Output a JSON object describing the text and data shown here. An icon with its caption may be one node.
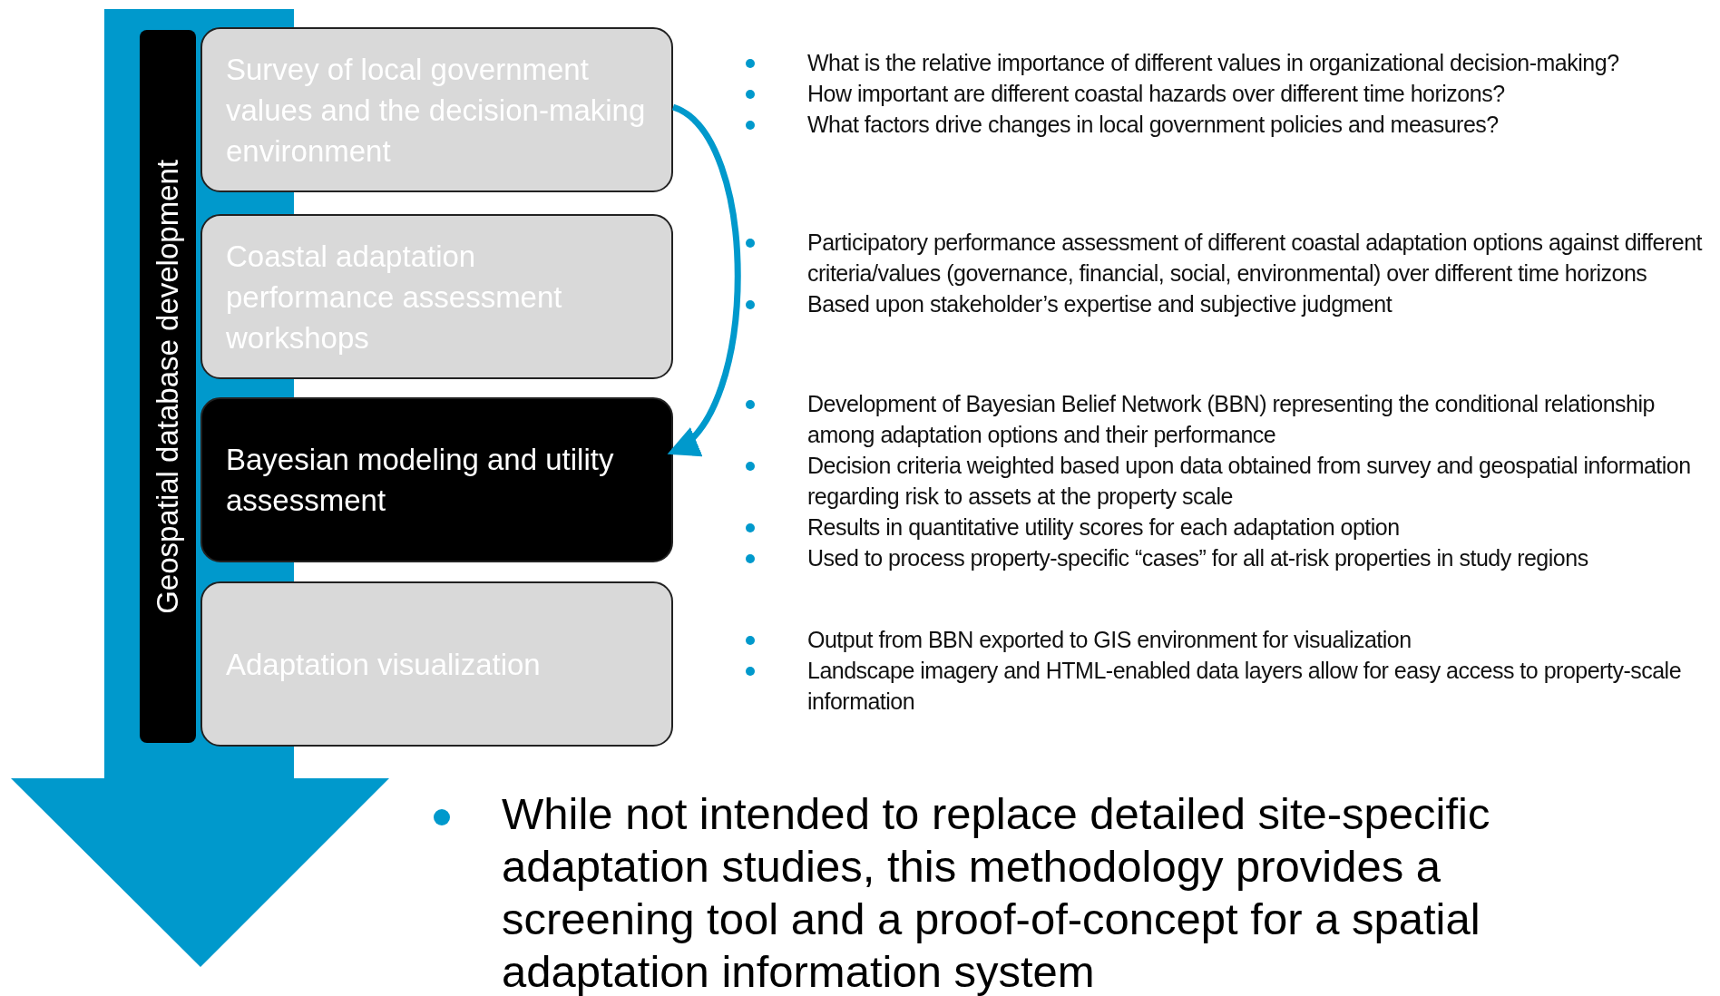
{
  "diagram": {
    "nodes": [
      {
        "text": [
          "Geospatial database development"
        ]
      },
      {
        "text": [
          "Survey of local government values and the decision-making environment"
        ],
        "beside": [
          "What is the relative importance of different values in organizational decision-making?",
          "How important are different coastal hazards over different time horizons?",
          "What factors drive changes in local government policies and measures?"
        ]
      },
      {
        "text": [
          "Coastal adaptation performance assessment workshops"
        ],
        "beside": [
          "Participatory performance assessment of different coastal adaptation options against different criteria/values (governance, financial, social, environmental) over different time horizons",
          "Based upon stakeholder’s expertise and subjective judgment"
        ]
      },
      {
        "text": [
          "Bayesian modeling and utility assessment"
        ],
        "beside": [
          "Development of Bayesian Belief Network (BBN) representing the conditional relationship among adaptation options and their performance",
          "Decision criteria weighted based upon data obtained from survey and geospatial information regarding risk to assets at the property scale",
          "Results in quantitative utility scores for each adaptation option",
          "Used to process property-specific “cases” for all at-risk properties in study regions"
        ]
      },
      {
        "text": [
          "Adaptation visualization"
        ],
        "beside": [
          "Output from BBN exported to GIS environment for visualization",
          "Landscape imagery and HTML-enabled data layers allow for easy access to property-scale information"
        ]
      }
    ],
    "edges": [
      {
        "from": 1,
        "to": 3,
        "arrow": "to"
      }
    ],
    "labels": [
      "While not  intended to replace detailed site-specific adaptation studies, this methodology provides a screening tool and a proof-of-concept for a spatial adaptation information system"
    ]
  }
}
